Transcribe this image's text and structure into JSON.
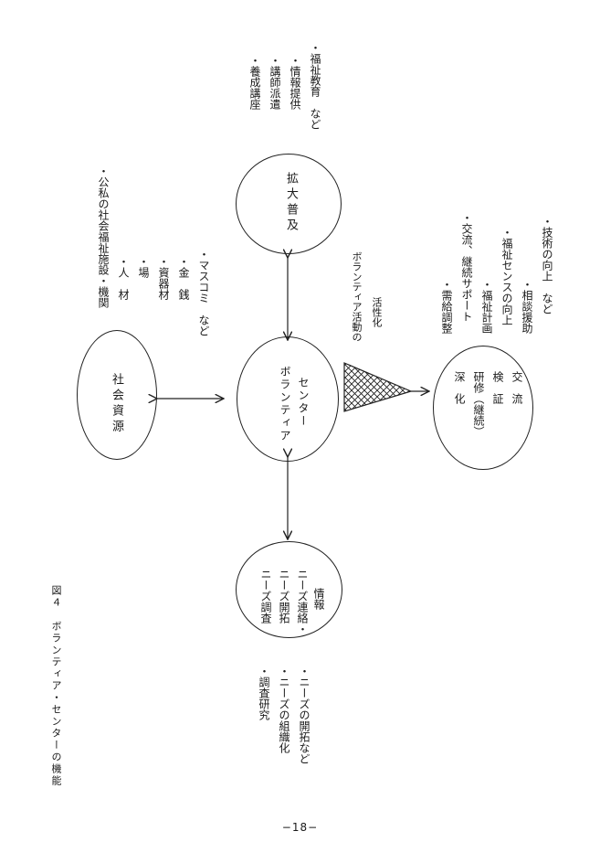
{
  "figure": {
    "caption": "図４　ボランティア・センターの機能",
    "page_number": "−18−"
  },
  "center": {
    "line1": "ボランティア",
    "line2": "センター"
  },
  "social_resources": {
    "circle_label": "社会資源",
    "items": [
      "・公私の社会福祉施設・機関",
      "・人　材",
      "・場",
      "・資器材",
      "・金　銭",
      "・マスコミ　など"
    ]
  },
  "expansion": {
    "circle_label": "拡大普及",
    "items": [
      "・養成講座",
      "・講師派遣",
      "・情報提供",
      "・福祉教育　など"
    ]
  },
  "needs": {
    "circle_lines": [
      "ニーズ調査",
      "ニーズ開拓",
      "ニーズ連絡・",
      "情報"
    ],
    "items": [
      "・調査研究",
      "・ニーズの組織化",
      "・ニーズの開拓など"
    ]
  },
  "deepening": {
    "circle_lines": [
      "深　化",
      "研修（継続）",
      "検　証",
      "交　流"
    ],
    "items": [
      "・需給調整",
      "・交流、継続サポート",
      "・福祉計画",
      "・福祉センスの向上",
      "・相談援助",
      "・技術の向上　など"
    ]
  },
  "activation": {
    "line1": "ボランティア活動の",
    "line2": "活性化"
  }
}
